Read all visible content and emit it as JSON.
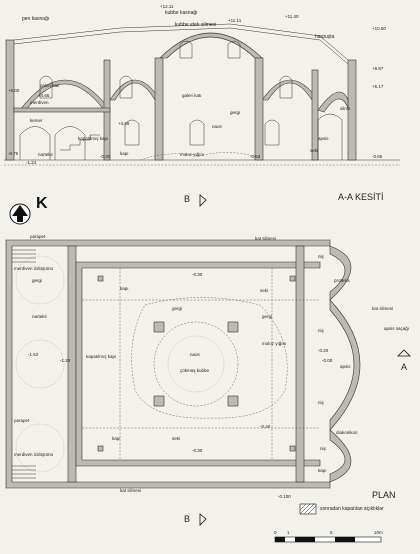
{
  "section": {
    "title": "A-A KESİTİ",
    "labels": {
      "pen_kasnagi": "pen kasnağı",
      "kubbe_kasnagi": "kubbe kasnağı",
      "kubbe_etek": "kubbe etek silmesi",
      "harpusta": "harpuşta",
      "galeri_kati": "galeri katı",
      "galeri_kati2": "galeri katı",
      "merdiven": "merdiven",
      "kemer": "kemer",
      "narteks": "narteks",
      "kapatilmis_kapi": "kapatılmış kapı",
      "kapi": "kapı",
      "gergi": "gergi",
      "naos": "naos",
      "moloz": "moloz yığını",
      "silme": "silme",
      "apsis": "apsis",
      "seki": "seki"
    },
    "levels": {
      "l1": "+12.11",
      "l2": "+11.11",
      "l3": "+11.40",
      "l4": "+10.50",
      "l5": "+6.87",
      "l6": "+5.17",
      "l7": "+5.00",
      "l8": "+4.66",
      "l9": "+4.66",
      "l10": "-0.75",
      "l11": "-1.24",
      "l12": "-0.30",
      "l13": "-0.53",
      "l14": "-0.65"
    }
  },
  "plan": {
    "north": "K",
    "cut_b": "B",
    "cut_a": "A",
    "title": "PLAN",
    "legend": "sonradan kapatılan açıklıklar",
    "labels": {
      "parapet_top": "parapet",
      "merdiven_izd_top": "merdiven izdüşümü",
      "gergi_left": "gergi",
      "narteks": "narteks",
      "parapet_bot": "parapet",
      "merdiven_izd_bot": "merdiven izdüşümü",
      "kat_silmesi_top": "kat silmesi",
      "kapi_top": "kapı",
      "seki_top": "seki",
      "gergi_mid": "gergi",
      "gergi_r": "gergi",
      "moloz": "moloz yığını",
      "naos": "naos",
      "cokmus": "çökmüş kubbe",
      "kapatilmis": "kapatılmış kapı",
      "kapi_bot": "kapı",
      "seki_bot": "seki",
      "kat_silmesi_bot": "kat silmesi",
      "nis1": "niş",
      "prothesis": "protesis",
      "nis2": "niş",
      "apsis": "apsis",
      "nis3": "niş",
      "diakonikon": "diakonikon",
      "nis4": "niş",
      "kapi_right": "kapı",
      "kat_silmesi_r": "kat silmesi",
      "apsis_sacak": "apsis saçağı"
    },
    "levels": {
      "p1": "-0.30",
      "p2": "-1.52",
      "p3": "-1.24",
      "p4": "-0.20",
      "p5": "-0.00",
      "p6": "-0.40",
      "p7": "-0.30",
      "p8": "-0.100"
    }
  },
  "scale": {
    "ticks": [
      "0",
      "1",
      "5",
      "10m"
    ]
  }
}
